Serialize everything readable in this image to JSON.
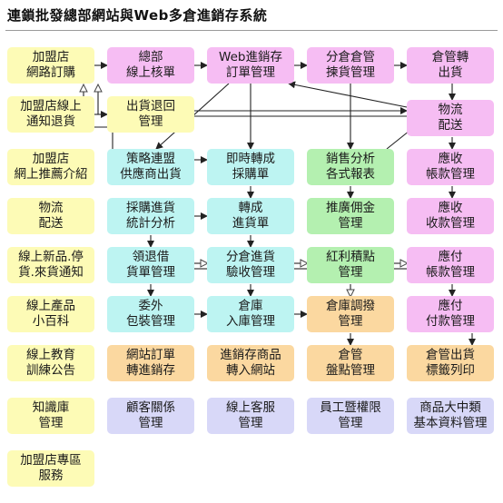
{
  "title": "連鎖批發總部網站與Web多倉進銷存系統",
  "boxes": {
    "b-1-1": {
      "text": "加盟店\n網路訂購",
      "color": "yellow"
    },
    "b-1-2": {
      "text": "總部\n線上核單",
      "color": "pink"
    },
    "b-1-3": {
      "text": "Web進銷存\n訂單管理",
      "color": "pink"
    },
    "b-1-4": {
      "text": "分倉倉管\n揀貨管理",
      "color": "pink"
    },
    "b-1-5": {
      "text": "倉管轉\n出貨",
      "color": "pink"
    },
    "b-2-1": {
      "text": "加盟店線上\n通知退貨",
      "color": "yellow"
    },
    "b-2-2": {
      "text": "出貨退回\n管理",
      "color": "yellow"
    },
    "b-2-5": {
      "text": "物流\n配送",
      "color": "pink"
    },
    "b-3-1": {
      "text": "加盟店\n網上推薦介紹",
      "color": "yellow"
    },
    "b-3-2": {
      "text": "策略連盟\n供應商出貨",
      "color": "cyan"
    },
    "b-3-3": {
      "text": "即時轉成\n採購單",
      "color": "cyan"
    },
    "b-3-4": {
      "text": "銷售分析\n各式報表",
      "color": "green"
    },
    "b-3-5": {
      "text": "應收\n帳款管理",
      "color": "pink"
    },
    "b-4-1": {
      "text": "物流\n配送",
      "color": "yellow"
    },
    "b-4-2": {
      "text": "採購進貨\n統計分析",
      "color": "cyan"
    },
    "b-4-3": {
      "text": "轉成\n進貨單",
      "color": "cyan"
    },
    "b-4-4": {
      "text": "推廣佣金\n管理",
      "color": "green"
    },
    "b-4-5": {
      "text": "應收\n收款管理",
      "color": "pink"
    },
    "b-5-1": {
      "text": "線上新品.停\n貨.來貨通知",
      "color": "yellow"
    },
    "b-5-2": {
      "text": "領退借\n貨單管理",
      "color": "cyan"
    },
    "b-5-3": {
      "text": "分倉進貨\n驗收管理",
      "color": "cyan"
    },
    "b-5-4": {
      "text": "紅利積點\n管理",
      "color": "green"
    },
    "b-5-5": {
      "text": "應付\n帳款管理",
      "color": "pink"
    },
    "b-6-1": {
      "text": "線上產品\n小百科",
      "color": "yellow"
    },
    "b-6-2": {
      "text": "委外\n包裝管理",
      "color": "cyan"
    },
    "b-6-3": {
      "text": "倉庫\n入庫管理",
      "color": "cyan"
    },
    "b-6-4": {
      "text": "倉庫調撥\n管理",
      "color": "orange"
    },
    "b-6-5": {
      "text": "應付\n付款管理",
      "color": "pink"
    },
    "b-7-1": {
      "text": "線上教育\n訓練公告",
      "color": "yellow"
    },
    "b-7-2": {
      "text": "網站訂單\n轉進銷存",
      "color": "orange"
    },
    "b-7-3": {
      "text": "進銷存商品\n轉入網站",
      "color": "orange"
    },
    "b-7-4": {
      "text": "倉管\n盤點管理",
      "color": "orange"
    },
    "b-7-5": {
      "text": "倉管出貨\n標籤列印",
      "color": "orange"
    },
    "b-8-1": {
      "text": "知識庫\n管理",
      "color": "yellow"
    },
    "b-8-2": {
      "text": "顧客關係\n管理",
      "color": "purple"
    },
    "b-8-3": {
      "text": "線上客服\n管理",
      "color": "purple"
    },
    "b-8-4": {
      "text": "員工暨權限\n管理",
      "color": "purple"
    },
    "b-8-5": {
      "text": "商品大中類\n基本資料管理",
      "color": "purple"
    },
    "b-9-1": {
      "text": "加盟店專區\n服務",
      "color": "yellow"
    }
  }
}
